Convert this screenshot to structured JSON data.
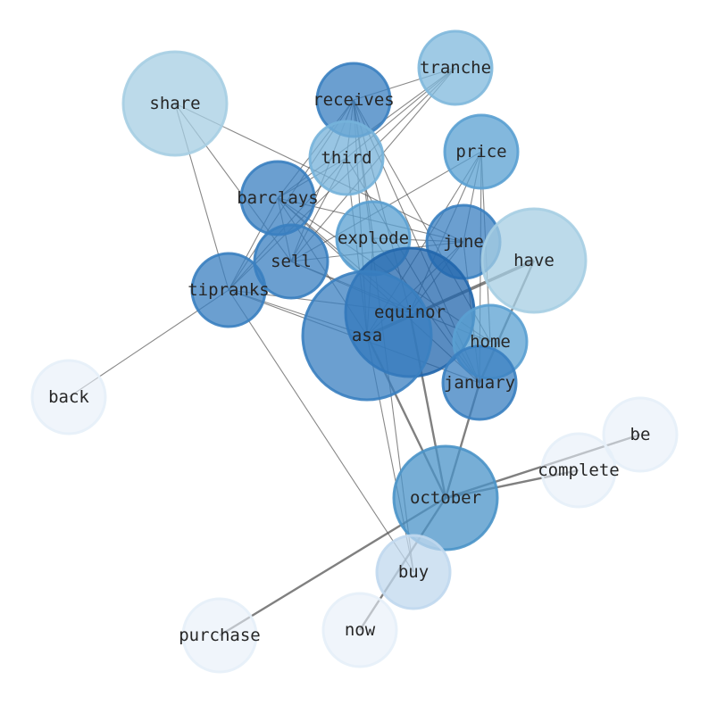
{
  "graph": {
    "nodes": [
      {
        "id": "share",
        "label": "share",
        "size": "large",
        "color": "#a6cee3"
      },
      {
        "id": "receives",
        "label": "receives",
        "size": "medium",
        "color": "#3a7fc0"
      },
      {
        "id": "tranche",
        "label": "tranche",
        "size": "medium",
        "color": "#7fb8dc"
      },
      {
        "id": "third",
        "label": "third",
        "size": "medium",
        "color": "#75b2da"
      },
      {
        "id": "price",
        "label": "price",
        "size": "medium",
        "color": "#5aa0d2"
      },
      {
        "id": "barclays",
        "label": "barclays",
        "size": "medium",
        "color": "#3a7fc0"
      },
      {
        "id": "explode",
        "label": "explode",
        "size": "medium",
        "color": "#5aa0d2"
      },
      {
        "id": "june",
        "label": "june",
        "size": "medium",
        "color": "#3a7fc0"
      },
      {
        "id": "have",
        "label": "have",
        "size": "large",
        "color": "#a6cee3"
      },
      {
        "id": "sell",
        "label": "sell",
        "size": "medium",
        "color": "#3a7fc0"
      },
      {
        "id": "tipranks",
        "label": "tipranks",
        "size": "medium",
        "color": "#3a7fc0"
      },
      {
        "id": "equinor",
        "label": "equinor",
        "size": "xlarge",
        "color": "#2166ac"
      },
      {
        "id": "asa",
        "label": "asa",
        "size": "xlarge",
        "color": "#3a7fc0"
      },
      {
        "id": "home",
        "label": "home",
        "size": "medium",
        "color": "#5aa0d2"
      },
      {
        "id": "january",
        "label": "january",
        "size": "medium",
        "color": "#3a7fc0"
      },
      {
        "id": "back",
        "label": "back",
        "size": "medium",
        "color": "#e6eff8"
      },
      {
        "id": "be",
        "label": "be",
        "size": "medium",
        "color": "#e6eff8"
      },
      {
        "id": "complete",
        "label": "complete",
        "size": "medium",
        "color": "#e6eff8"
      },
      {
        "id": "october",
        "label": "october",
        "size": "large",
        "color": "#4a93c8"
      },
      {
        "id": "buy",
        "label": "buy",
        "size": "medium",
        "color": "#c0d8ee"
      },
      {
        "id": "now",
        "label": "now",
        "size": "medium",
        "color": "#e6eff8"
      },
      {
        "id": "purchase",
        "label": "purchase",
        "size": "medium",
        "color": "#e6eff8"
      }
    ],
    "edges": [
      [
        "share",
        "tipranks",
        1
      ],
      [
        "share",
        "sell",
        1
      ],
      [
        "share",
        "june",
        1
      ],
      [
        "receives",
        "tranche",
        1
      ],
      [
        "receives",
        "third",
        1
      ],
      [
        "receives",
        "barclays",
        1
      ],
      [
        "receives",
        "sell",
        1
      ],
      [
        "receives",
        "tipranks",
        1
      ],
      [
        "receives",
        "explode",
        1
      ],
      [
        "receives",
        "asa",
        1
      ],
      [
        "receives",
        "equinor",
        1
      ],
      [
        "receives",
        "january",
        1
      ],
      [
        "receives",
        "home",
        1
      ],
      [
        "receives",
        "buy",
        1
      ],
      [
        "tranche",
        "barclays",
        1
      ],
      [
        "tranche",
        "sell",
        1
      ],
      [
        "tranche",
        "tipranks",
        1
      ],
      [
        "tranche",
        "third",
        1
      ],
      [
        "third",
        "barclays",
        1
      ],
      [
        "third",
        "tipranks",
        1
      ],
      [
        "third",
        "sell",
        1
      ],
      [
        "third",
        "asa",
        1
      ],
      [
        "third",
        "january",
        1
      ],
      [
        "price",
        "june",
        1
      ],
      [
        "price",
        "equinor",
        1
      ],
      [
        "price",
        "asa",
        1
      ],
      [
        "price",
        "home",
        1
      ],
      [
        "price",
        "january",
        1
      ],
      [
        "price",
        "sell",
        1
      ],
      [
        "barclays",
        "june",
        1
      ],
      [
        "barclays",
        "asa",
        1
      ],
      [
        "barclays",
        "equinor",
        1
      ],
      [
        "barclays",
        "january",
        1
      ],
      [
        "barclays",
        "home",
        1
      ],
      [
        "barclays",
        "tipranks",
        1
      ],
      [
        "barclays",
        "sell",
        1
      ],
      [
        "explode",
        "june",
        1
      ],
      [
        "explode",
        "january",
        1
      ],
      [
        "explode",
        "asa",
        1
      ],
      [
        "sell",
        "june",
        1
      ],
      [
        "sell",
        "home",
        1
      ],
      [
        "sell",
        "equinor",
        1
      ],
      [
        "tipranks",
        "back",
        1
      ],
      [
        "tipranks",
        "buy",
        1
      ],
      [
        "tipranks",
        "january",
        1
      ],
      [
        "tipranks",
        "asa",
        1
      ],
      [
        "tipranks",
        "equinor",
        1
      ],
      [
        "june",
        "asa",
        1
      ],
      [
        "june",
        "equinor",
        1
      ],
      [
        "june",
        "january",
        1
      ],
      [
        "asa",
        "have",
        3
      ],
      [
        "have",
        "january",
        2
      ],
      [
        "october",
        "asa",
        2
      ],
      [
        "october",
        "equinor",
        2
      ],
      [
        "october",
        "january",
        2
      ],
      [
        "october",
        "complete",
        2
      ],
      [
        "october",
        "be",
        2
      ],
      [
        "october",
        "purchase",
        2
      ],
      [
        "october",
        "now",
        2
      ],
      [
        "buy",
        "asa",
        1
      ]
    ]
  }
}
